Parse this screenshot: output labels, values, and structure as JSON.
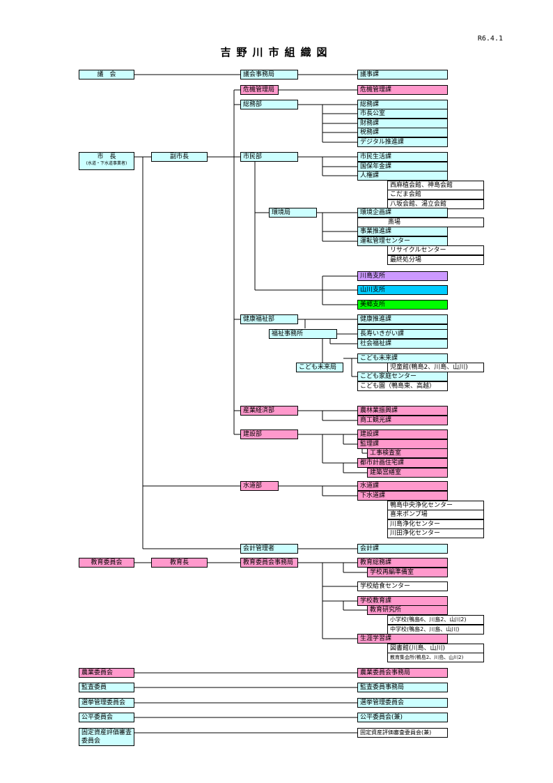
{
  "header": {
    "date": "R6.4.1",
    "title": "吉野川市組織図"
  },
  "left": {
    "council": "議　会",
    "mayor": "市　長",
    "mayor_note": "(水道・下水道事業者)",
    "deputy": "副市長",
    "edu_board": "教育委員会",
    "superintendent": "教育長",
    "agri_board": "農業委員会",
    "audit": "監査委員",
    "election": "選挙管理委員会",
    "equity": "公平委員会",
    "fixed_asset": "固定資産評価審査委員会"
  },
  "mid": {
    "council_office": "議会事務局",
    "crisis": "危機管理局",
    "general": "総務部",
    "citizen": "市民部",
    "environment": "環境局",
    "health": "健康福祉部",
    "welfare_office": "福祉事務所",
    "children": "こども未来局",
    "industry": "産業経済部",
    "construction": "建設部",
    "water": "水道部",
    "accounting": "会計管理者",
    "edu_office": "教育委員会事務局"
  },
  "right": {
    "council_div": "議事課",
    "crisis_div": "危機管理課",
    "general": [
      "総務課",
      "市長公室",
      "財務課",
      "税務課",
      "デジタル推進課"
    ],
    "citizen": [
      "市民生活課",
      "国保年金課",
      "人権課"
    ],
    "halls": [
      "西麻植会館、神島会館",
      "こだま会館",
      "八坂会館、湯立会館"
    ],
    "env_plan": "環境企画課",
    "slaughter": "斎場",
    "business": "事業推進課",
    "operation": "運転管理センター",
    "recycle": "リサイクルセンター",
    "landfill": "最終処分場",
    "kawashima": "川島支所",
    "yamakawa": "山川支所",
    "misato": "美郷支所",
    "health_div": "健康推進課",
    "longevity": "長寿いきがい課",
    "social_welfare": "社会福祉課",
    "child_future": "こども未来課",
    "child_house": "児童館(鴨島2、川島、山川)",
    "family_center": "こども家庭センター",
    "kodomoen": "こども園（鴨島東、高越）",
    "agri_forest": "農林業振興課",
    "commerce": "商工観光課",
    "construct_div": "建設課",
    "supervision": "監理課",
    "inspection": "工事検査室",
    "urban": "都市計画住宅課",
    "building": "建築営繕室",
    "waterworks": "水道課",
    "sewer": "下水道課",
    "water_plants": [
      "鴨島中央浄化センター",
      "喜来ポンプ場",
      "川島浄化センター",
      "川田浄化センター"
    ],
    "accounting_div": "会計課",
    "edu_general": "教育総務課",
    "school_reorg": "学校再編準備室",
    "school_lunch": "学校給食センター",
    "school_edu": "学校教育課",
    "edu_research": "教育研究所",
    "elementary": "小学校(鴨島6、川島2、山川2)",
    "junior_high": "中学校(鴨島2、川島、山川)",
    "lifelong": "生涯学習課",
    "library": "図書館(川島、山川)",
    "community": "教育集会所(鴨島2、川島、山川2)",
    "agri_office": "農業委員会事務局",
    "audit_office": "監査委員事務局",
    "election_office": "選挙管理委員会",
    "equity_office": "公平委員会(兼)",
    "asset_office": "固定資産評価審査委員会(兼)"
  },
  "colors": {
    "cyan": "#ccffff",
    "pink": "#ff99cc",
    "lavender": "#cc99ff",
    "blue": "#00ccff",
    "green": "#00ff00"
  }
}
